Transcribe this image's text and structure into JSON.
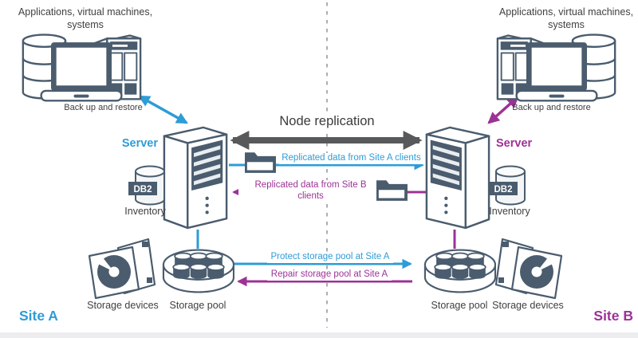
{
  "colors": {
    "blue": "#2E9CD6",
    "purple": "#9C3295",
    "slate_icon": "#4A5C6E",
    "arrow_gray": "#58595B",
    "text_dark": "#414042",
    "divider_gray": "#A3A5A8"
  },
  "center": {
    "title": "Node replication",
    "replicated_a": "Replicated data from Site A clients",
    "replicated_b": "Replicated data from Site B clients",
    "protect": "Protect storage pool at Site A",
    "repair": "Repair storage pool at Site A"
  },
  "site_a": {
    "clients_line1": "Applications, virtual machines,",
    "clients_line2": "systems",
    "backup": "Back up and restore",
    "server": "Server",
    "db": "DB2",
    "inventory": "Inventory",
    "storage_devices": "Storage devices",
    "storage_pool": "Storage pool",
    "name": "Site A"
  },
  "site_b": {
    "clients_line1": "Applications, virtual machines,",
    "clients_line2": "systems",
    "backup": "Back up and restore",
    "server": "Server",
    "db": "DB2",
    "inventory": "Inventory",
    "storage_devices": "Storage devices",
    "storage_pool": "Storage pool",
    "name": "Site B"
  }
}
